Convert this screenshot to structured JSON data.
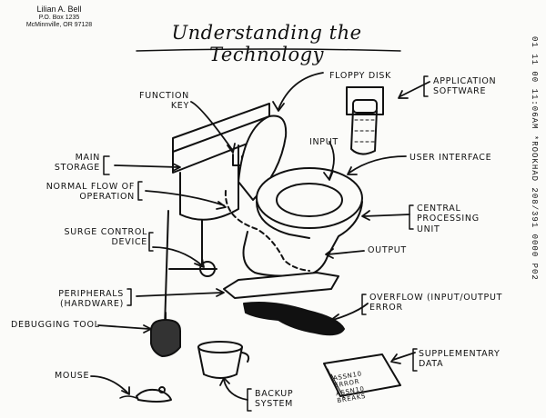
{
  "header": {
    "name": "Lilian A. Bell",
    "address1": "P.O. Box 1235",
    "address2": "McMinnville, OR 97128"
  },
  "title": "Understanding the Technology",
  "fax_line": "01 11 00 11:06AM *ROOKHAD 208/391 0000 P02",
  "labels": {
    "floppy_disk": "FLOPPY DISK",
    "function_key": "FUNCTION KEY",
    "application_software": "APPLICATION SOFTWARE",
    "input": "INPUT",
    "user_interface": "USER INTERFACE",
    "main_storage": "MAIN STORAGE",
    "normal_flow": "NORMAL FLOW OF OPERATION",
    "cpu": "CENTRAL PROCESSING UNIT",
    "surge_control": "SURGE CONTROL DEVICE",
    "output": "OUTPUT",
    "peripherals": "PERIPHERALS (HARDWARE)",
    "overflow": "OVERFLOW (INPUT/OUTPUT ERROR",
    "debugging_tool": "DEBUGGING TOOL",
    "supplementary_data": "SUPPLEMENTARY DATA",
    "mouse": "MOUSE",
    "backup_system": "BACKUP SYSTEM",
    "book_text": "ASSN10 ERROR ASSN10 BREAKS"
  }
}
